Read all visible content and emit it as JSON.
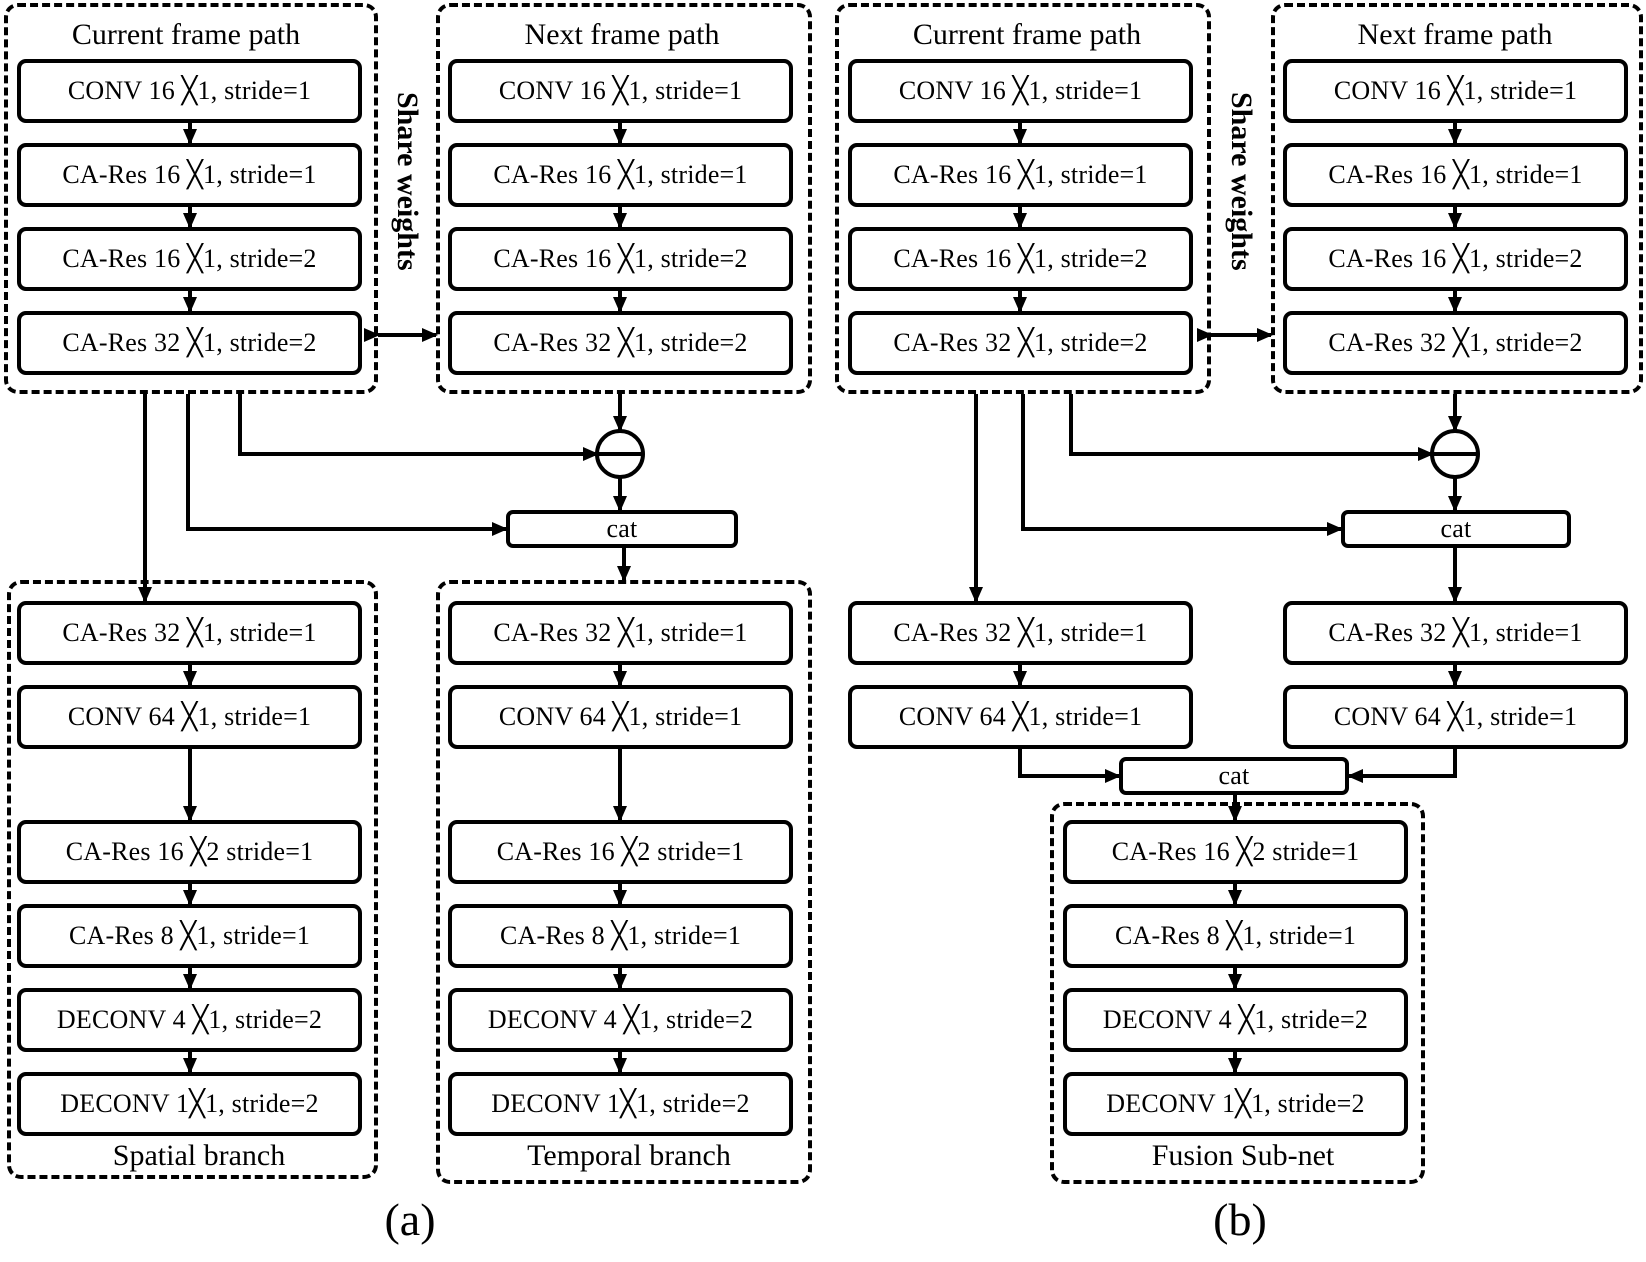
{
  "panels": {
    "a": {
      "label": "(a)",
      "current_path": {
        "title": "Current frame path",
        "blocks": [
          "CONV 16 ╳1, stride=1",
          "CA-Res 16 ╳1, stride=1",
          "CA-Res 16 ╳1, stride=2",
          "CA-Res 32 ╳1, stride=2"
        ]
      },
      "next_path": {
        "title": "Next frame path",
        "blocks": [
          "CONV 16 ╳1, stride=1",
          "CA-Res 16 ╳1, stride=1",
          "CA-Res 16 ╳1, stride=2",
          "CA-Res 32 ╳1, stride=2"
        ]
      },
      "share_label": "Share weights",
      "cat_label": "cat",
      "spatial_branch": {
        "title": "Spatial branch",
        "blocks": [
          "CA-Res 32 ╳1, stride=1",
          "CONV 64 ╳1, stride=1",
          "CA-Res 16 ╳2 stride=1",
          "CA-Res 8 ╳1, stride=1",
          "DECONV 4 ╳1, stride=2",
          "DECONV 1╳1, stride=2"
        ]
      },
      "temporal_branch": {
        "title": "Temporal branch",
        "blocks": [
          "CA-Res 32 ╳1, stride=1",
          "CONV 64 ╳1, stride=1",
          "CA-Res 16 ╳2 stride=1",
          "CA-Res 8 ╳1, stride=1",
          "DECONV 4 ╳1, stride=2",
          "DECONV 1╳1, stride=2"
        ]
      }
    },
    "b": {
      "label": "(b)",
      "current_path": {
        "title": "Current frame path",
        "blocks": [
          "CONV 16 ╳1, stride=1",
          "CA-Res 16 ╳1, stride=1",
          "CA-Res 16 ╳1, stride=2",
          "CA-Res 32 ╳1, stride=2"
        ]
      },
      "next_path": {
        "title": "Next frame path",
        "blocks": [
          "CONV 16 ╳1, stride=1",
          "CA-Res 16 ╳1, stride=1",
          "CA-Res 16 ╳1, stride=2",
          "CA-Res 32 ╳1, stride=2"
        ]
      },
      "share_label": "Share weights",
      "cat_label_top": "cat",
      "cat_label_bottom": "cat",
      "left_stack": [
        "CA-Res 32 ╳1, stride=1",
        "CONV 64 ╳1, stride=1"
      ],
      "right_stack": [
        "CA-Res 32 ╳1, stride=1",
        "CONV 64 ╳1, stride=1"
      ],
      "fusion_subnet": {
        "title": "Fusion Sub-net",
        "blocks": [
          "CA-Res 16 ╳2 stride=1",
          "CA-Res 8 ╳1, stride=1",
          "DECONV 4 ╳1, stride=2",
          "DECONV 1╳1, stride=2"
        ]
      }
    }
  }
}
